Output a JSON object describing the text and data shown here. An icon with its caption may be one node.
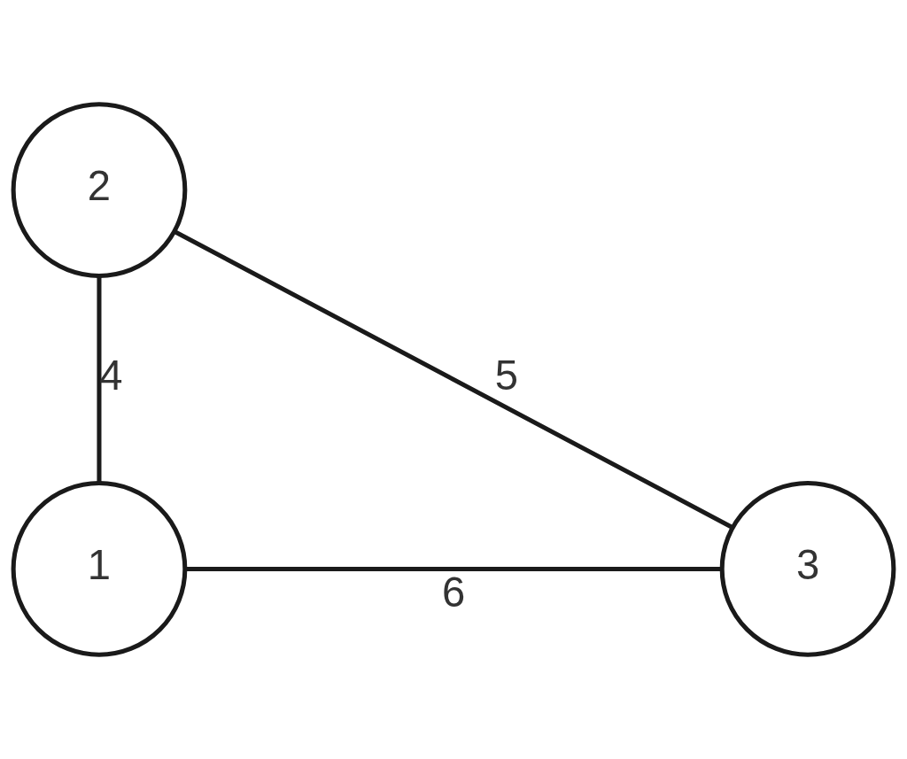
{
  "diagram": {
    "nodes": [
      {
        "text": [
          "1"
        ]
      },
      {
        "text": [
          "2"
        ]
      },
      {
        "text": [
          "3"
        ]
      }
    ],
    "edges": [
      {
        "from": 0,
        "to": 1,
        "arrow": "none",
        "label": "4"
      },
      {
        "from": 1,
        "to": 2,
        "arrow": "none",
        "label": "5"
      },
      {
        "from": 0,
        "to": 2,
        "arrow": "none",
        "label": "6"
      }
    ]
  }
}
